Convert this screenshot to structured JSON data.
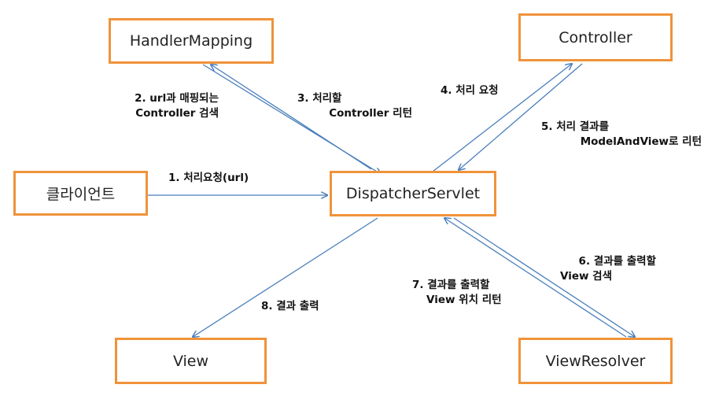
{
  "nodes": {
    "handler_mapping": "HandlerMapping",
    "controller": "Controller",
    "client": "클라이언트",
    "dispatcher": "DispatcherServlet",
    "view": "View",
    "view_resolver": "ViewResolver"
  },
  "labels": {
    "step1": "1. 처리요청(url)",
    "step2_line1": "2. url과 매핑되는",
    "step2_line2": "Controller 검색",
    "step3_line1": "3. 처리할",
    "step3_line2": "Controller 리턴",
    "step4": "4. 처리 요청",
    "step5_line1": "5. 처리 결과를",
    "step5_line2": "ModelAndView로 리턴",
    "step6_line1": "6. 결과를 출력할",
    "step6_line2": "View 검색",
    "step7_line1": "7. 결과를 출력할",
    "step7_line2": "View 위치 리턴",
    "step8": "8. 결과 출력"
  },
  "colors": {
    "box_border": "#f0933a",
    "arrow": "#4a7ebb"
  }
}
